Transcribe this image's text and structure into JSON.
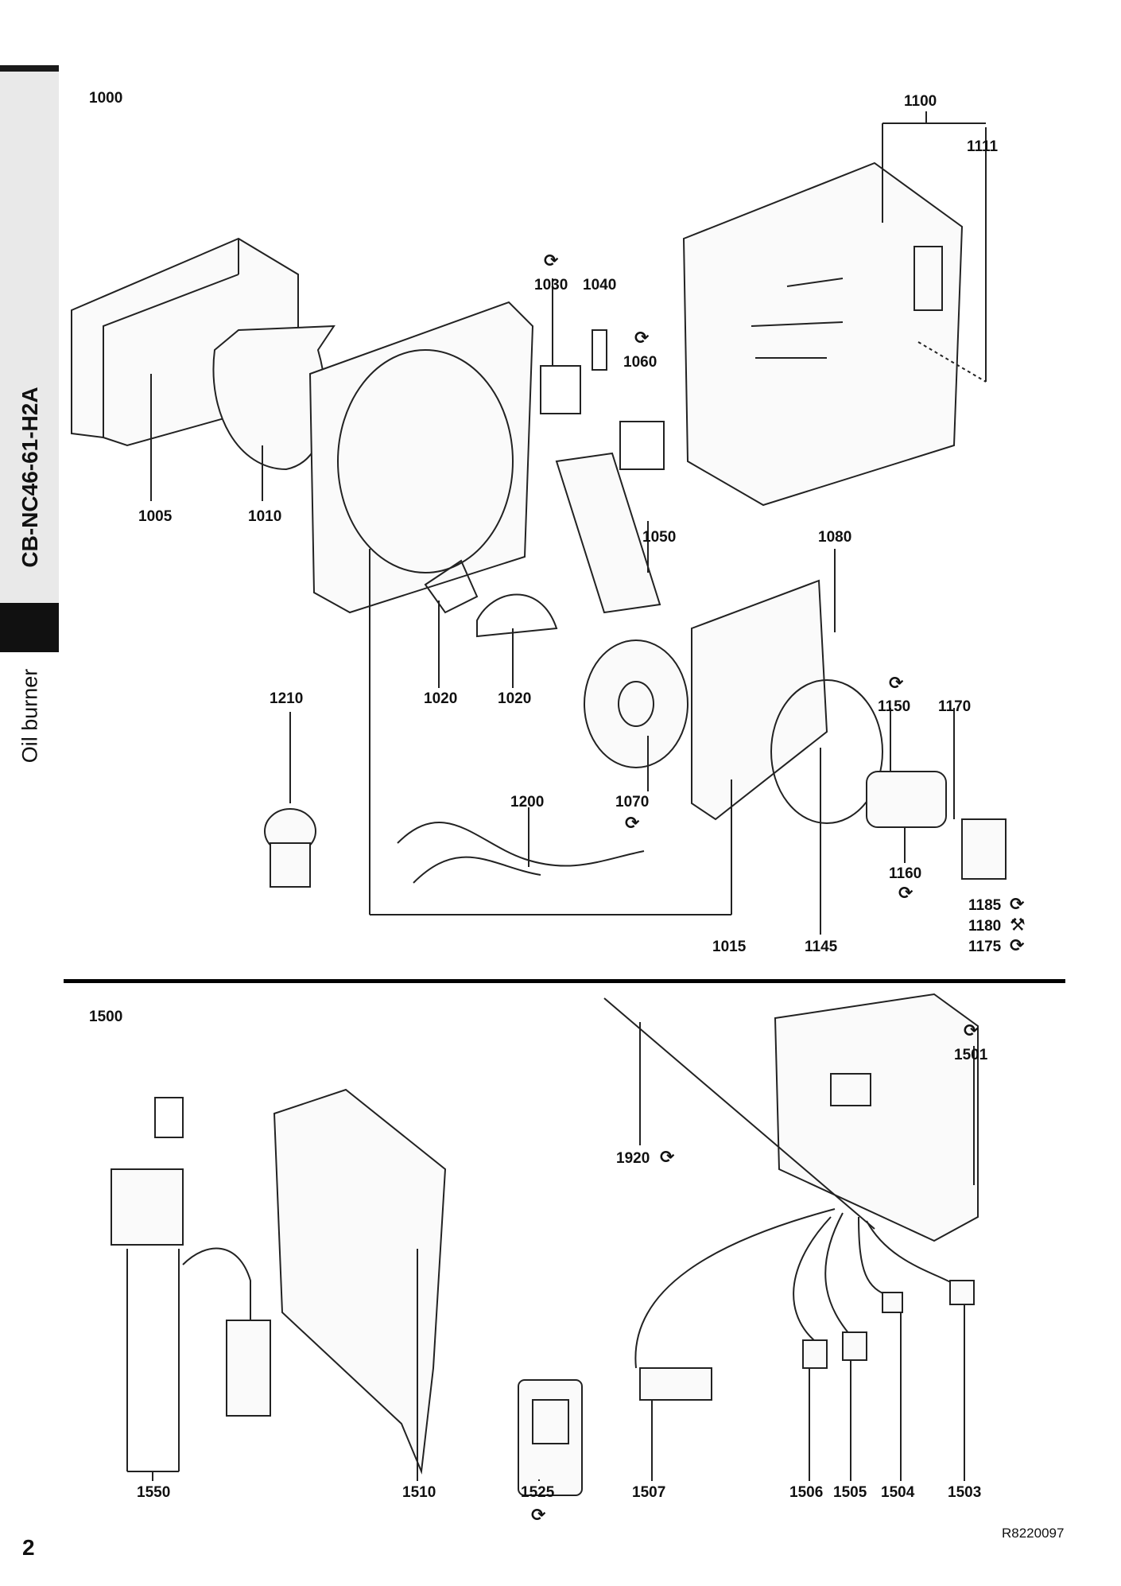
{
  "sidebar": {
    "model_code": "CB-NC46-61-H2A",
    "section_title": "Oil burner"
  },
  "page": {
    "page_number": "2",
    "drawing_reference": "R8220097"
  },
  "upper_assembly": {
    "assembly_number": "1000",
    "part_labels": [
      "1100",
      "1111",
      "1030",
      "1040",
      "1060",
      "1005",
      "1010",
      "1050",
      "1080",
      "1210",
      "1020",
      "1020",
      "1150",
      "1170",
      "1200",
      "1070",
      "1160",
      "1185",
      "1180",
      "1175",
      "1015",
      "1145"
    ]
  },
  "lower_assembly": {
    "assembly_number": "1500",
    "part_labels": [
      "1501",
      "1920",
      "1550",
      "1510",
      "1525",
      "1507",
      "1506",
      "1505",
      "1504",
      "1503"
    ]
  },
  "symbols": {
    "spare_part_icon": "rotate-arrows-icon",
    "tool_icon": "wrench-icon"
  }
}
